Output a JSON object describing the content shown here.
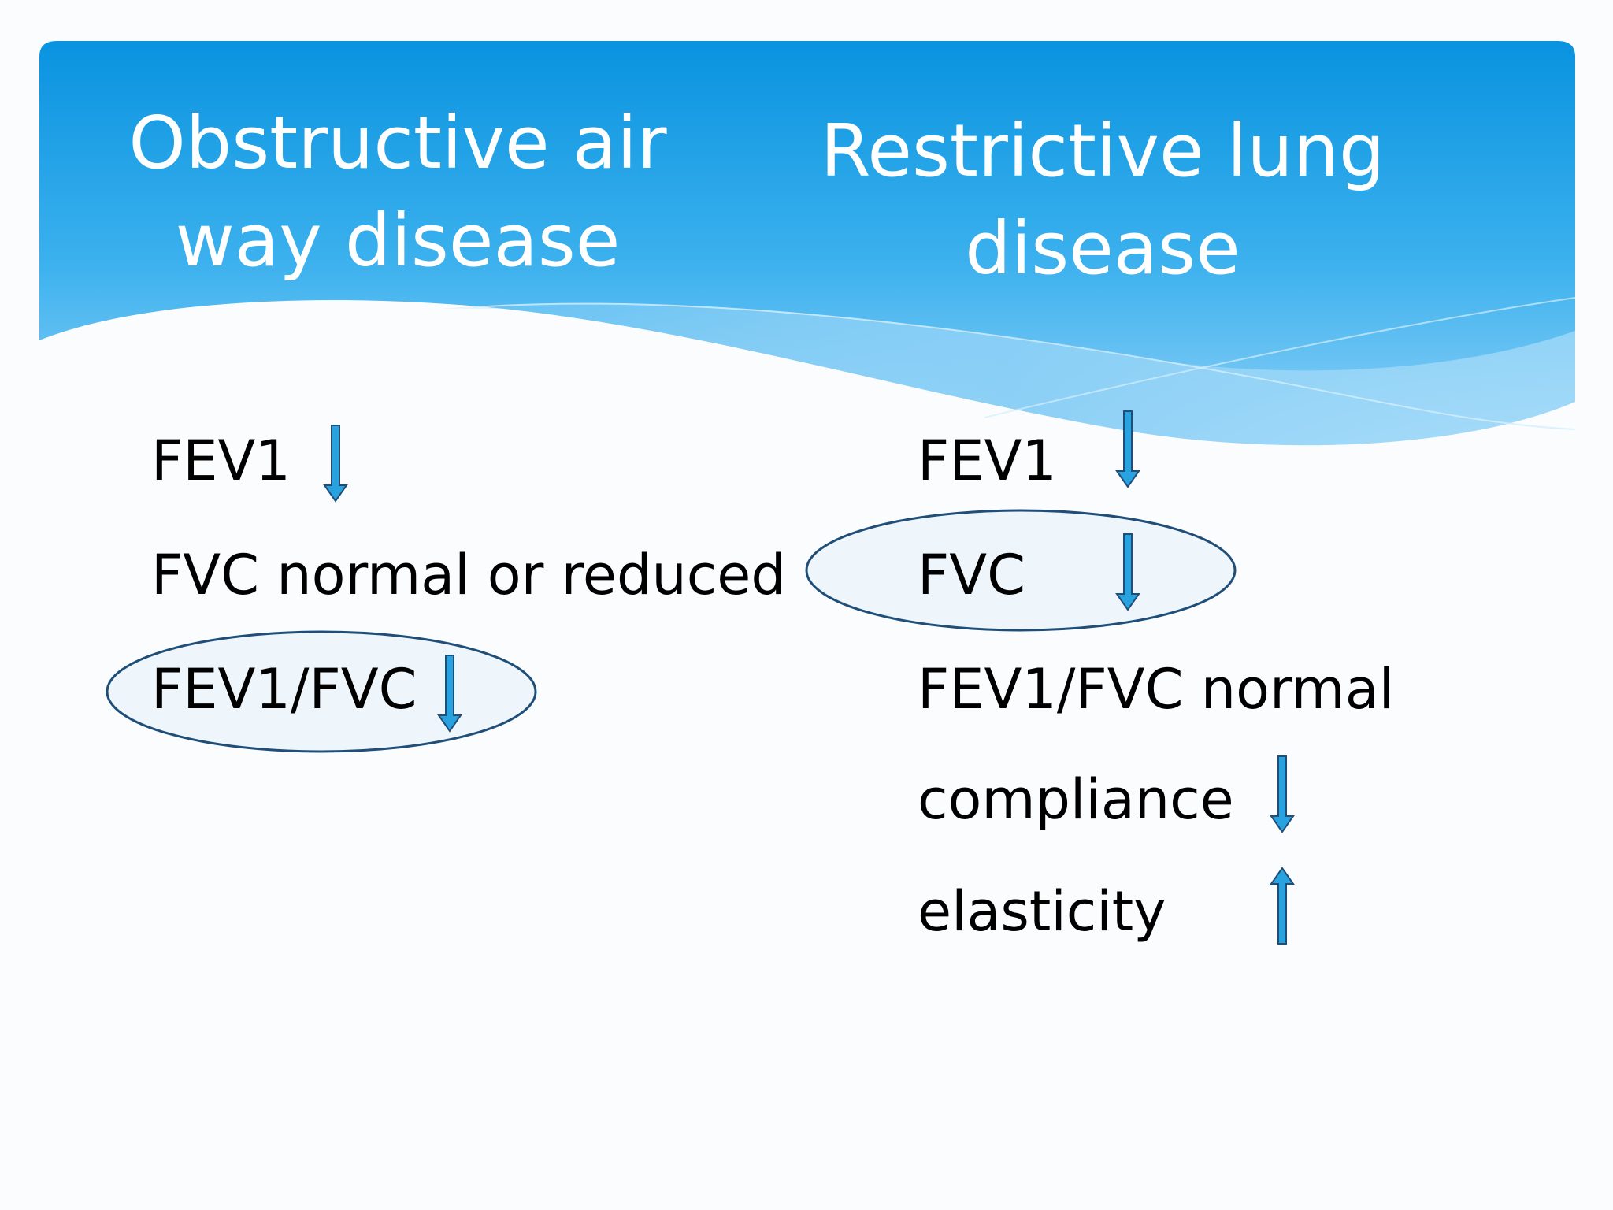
{
  "left_column": {
    "heading": "Obstructive air\nway disease",
    "items": [
      {
        "text": "FEV1",
        "arrow": "down-arrow-icon"
      },
      {
        "text": "FVC normal or reduced"
      },
      {
        "text": "FEV1/FVC",
        "arrow": "down-arrow-icon",
        "circled": true
      }
    ]
  },
  "right_column": {
    "heading": "Restrictive  lung\ndisease",
    "items": [
      {
        "text": "FEV1",
        "arrow": "down-arrow-icon"
      },
      {
        "text": "FVC",
        "arrow": "down-arrow-icon",
        "circled": true
      },
      {
        "text": "FEV1/FVC normal"
      },
      {
        "text": "compliance",
        "arrow": "down-arrow-icon"
      },
      {
        "text": " elasticity",
        "arrow": "up-arrow-icon"
      }
    ]
  },
  "colors": {
    "header_blue": "#0a96e0",
    "arrow_fill": "#29a3e0",
    "arrow_stroke": "#1f4e79",
    "ellipse_fill": "#eef5fb",
    "ellipse_stroke": "#1f4e79"
  }
}
